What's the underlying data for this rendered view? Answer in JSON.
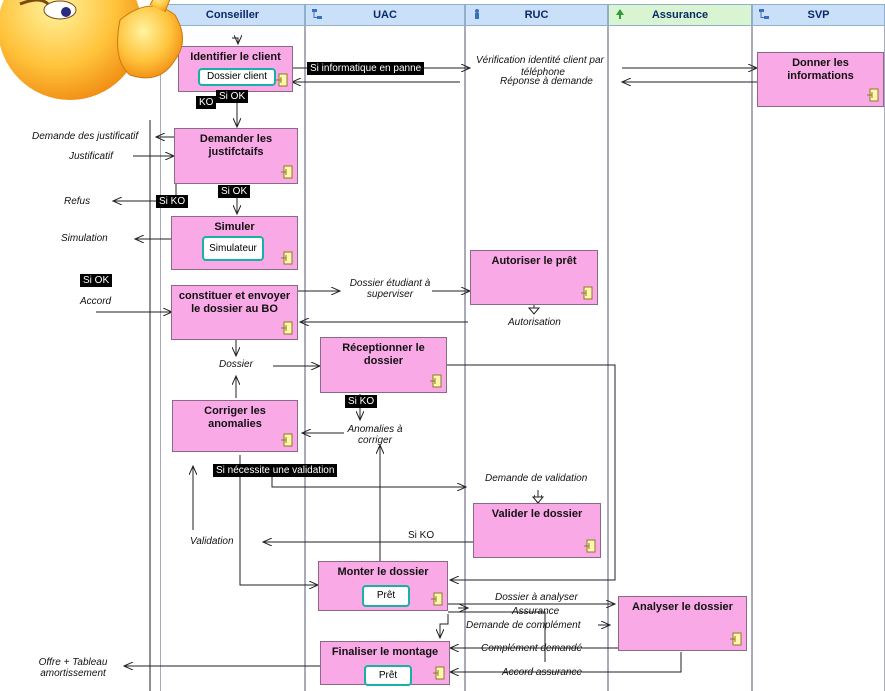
{
  "lanes": [
    {
      "name": "Conseiller",
      "color": "#c9e0f8",
      "icon": "person-icon"
    },
    {
      "name": "UAC",
      "color": "#ffffff",
      "icon": "org-chart-icon"
    },
    {
      "name": "RUC",
      "color": "#e6e9f2",
      "icon": "person-icon"
    },
    {
      "name": "Assurance",
      "color": "#d8f4d0",
      "icon": "tree-icon"
    },
    {
      "name": "SVP",
      "color": "#e6e9f2",
      "icon": "org-chart-icon"
    }
  ],
  "activities": {
    "identifier": "Identifier le client",
    "demander": "Demander les justifctaifs",
    "simuler": "Simuler",
    "constituer": "constituer et envoyer le dossier au BO",
    "corriger": "Corriger les anomalies",
    "monter": "Monter le dossier",
    "finaliser": "Finaliser le montage",
    "receptionner": "Réceptionner le dossier",
    "autoriser": "Autoriser le prêt",
    "valider": "Valider le dossier",
    "analyser": "Analyser le dossier",
    "donner": "Donner les informations"
  },
  "objects": {
    "dossier_client": "Dossier client",
    "simulateur": "Simulateur",
    "pret1": "Prêt",
    "pret2": "Prêt"
  },
  "tags": {
    "ko_top": "KO",
    "si_ok1": "Si OK",
    "si_info": "Si informatique en panne",
    "si_ok2": "Si OK",
    "si_ko1": "Si KO",
    "si_ok3": "Si OK",
    "si_ko2": "Si KO",
    "si_validation": "Si nécessite une validation"
  },
  "labels": {
    "demande_justif": "Demande des justificatif",
    "justificatif": "Justificatif",
    "refus": "Refus",
    "simulation": "Simulation",
    "accord": "Accord",
    "verif": "Vérification identité client par",
    "telephone": "téléphone",
    "reponse": "Réponse à demande",
    "dossier_etudiant1": "Dossier étudiant à",
    "dossier_etudiant2": "superviser",
    "autorisation": "Autorisation",
    "dossier": "Dossier",
    "anomalies1": "Anomalies à",
    "anomalies2": "corriger",
    "demande_validation": "Demande de validation",
    "validation": "Validation",
    "si_ko_plain": "Si KO",
    "dossier_analyser": "Dossier à analyser",
    "assurance": "Assurance",
    "demande_complement": "Demande de complément",
    "complement_demande": "Complément demandé",
    "accord_assurance": "Accord assurance",
    "offre1": "Offre + Tableau",
    "offre2": "amortissement"
  }
}
